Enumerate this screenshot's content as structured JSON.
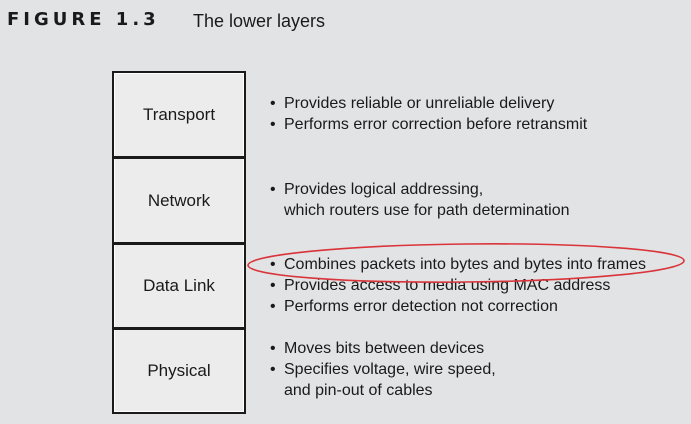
{
  "figure": {
    "label": "FIGURE 1.3",
    "title": "The lower layers"
  },
  "layers": [
    {
      "name": "Transport",
      "lines": [
        {
          "text": "Provides reliable or unreliable delivery",
          "bullet": true
        },
        {
          "text": "Performs error correction before retransmit",
          "bullet": true
        }
      ]
    },
    {
      "name": "Network",
      "lines": [
        {
          "text": "Provides logical addressing,",
          "bullet": true
        },
        {
          "text": "which routers use for path determination",
          "bullet": false
        }
      ]
    },
    {
      "name": "Data Link",
      "lines": [
        {
          "text": "Combines packets into bytes and bytes into frames",
          "bullet": true,
          "highlighted": true
        },
        {
          "text": "Provides access to media using MAC address",
          "bullet": true
        },
        {
          "text": "Performs error detection not correction",
          "bullet": true
        }
      ]
    },
    {
      "name": "Physical",
      "lines": [
        {
          "text": "Moves bits between devices",
          "bullet": true
        },
        {
          "text": "Specifies voltage, wire speed,",
          "bullet": true
        },
        {
          "text": "and pin-out of cables",
          "bullet": false
        }
      ]
    }
  ],
  "colors": {
    "background": "#e2e3e4",
    "highlight": "#d9343a"
  }
}
